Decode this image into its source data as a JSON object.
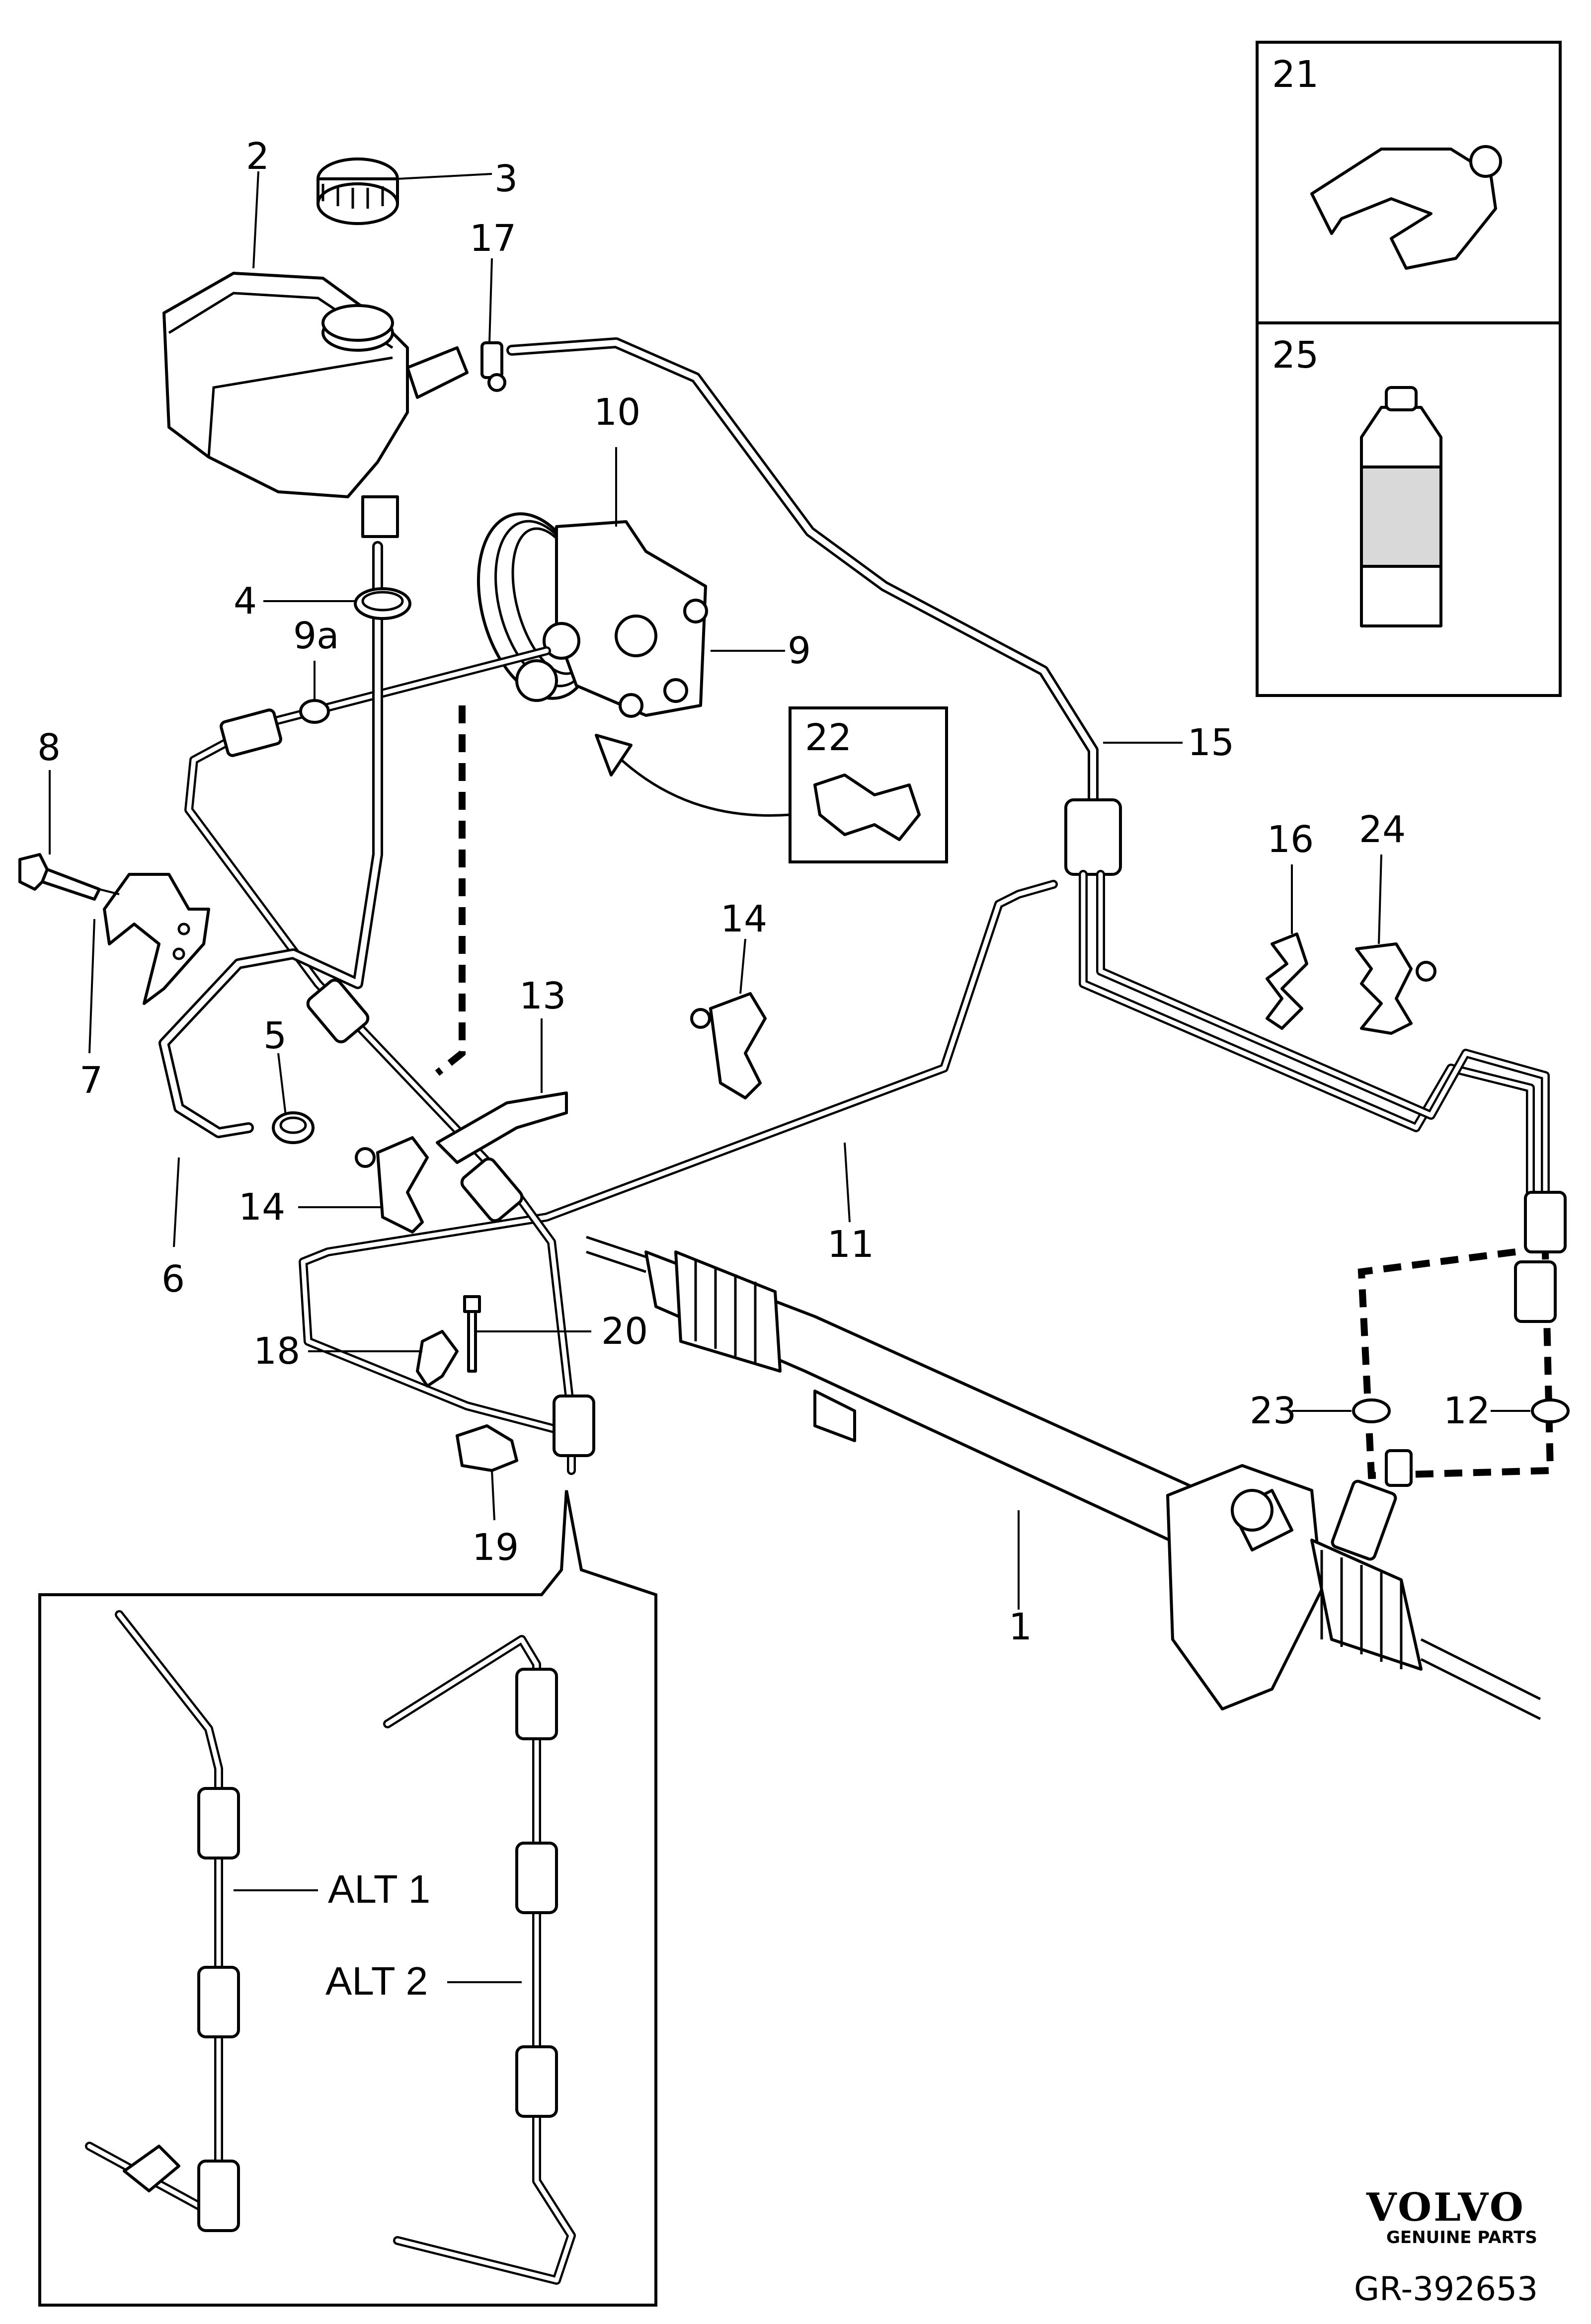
{
  "callouts": {
    "n1": "1",
    "n2": "2",
    "n3": "3",
    "n4": "4",
    "n5": "5",
    "n6": "6",
    "n7": "7",
    "n8": "8",
    "n9": "9",
    "n9a": "9a",
    "n10": "10",
    "n11": "11",
    "n12": "12",
    "n13": "13",
    "n14a": "14",
    "n14b": "14",
    "n15": "15",
    "n16": "16",
    "n17": "17",
    "n18": "18",
    "n19": "19",
    "n20": "20",
    "n21": "21",
    "n22": "22",
    "n23": "23",
    "n24": "24",
    "n25": "25"
  },
  "inset": {
    "alt1": "ALT 1",
    "alt2": "ALT 2"
  },
  "branding": {
    "brand": "VOLVO",
    "tagline": "GENUINE PARTS",
    "reference": "GR-392653"
  }
}
